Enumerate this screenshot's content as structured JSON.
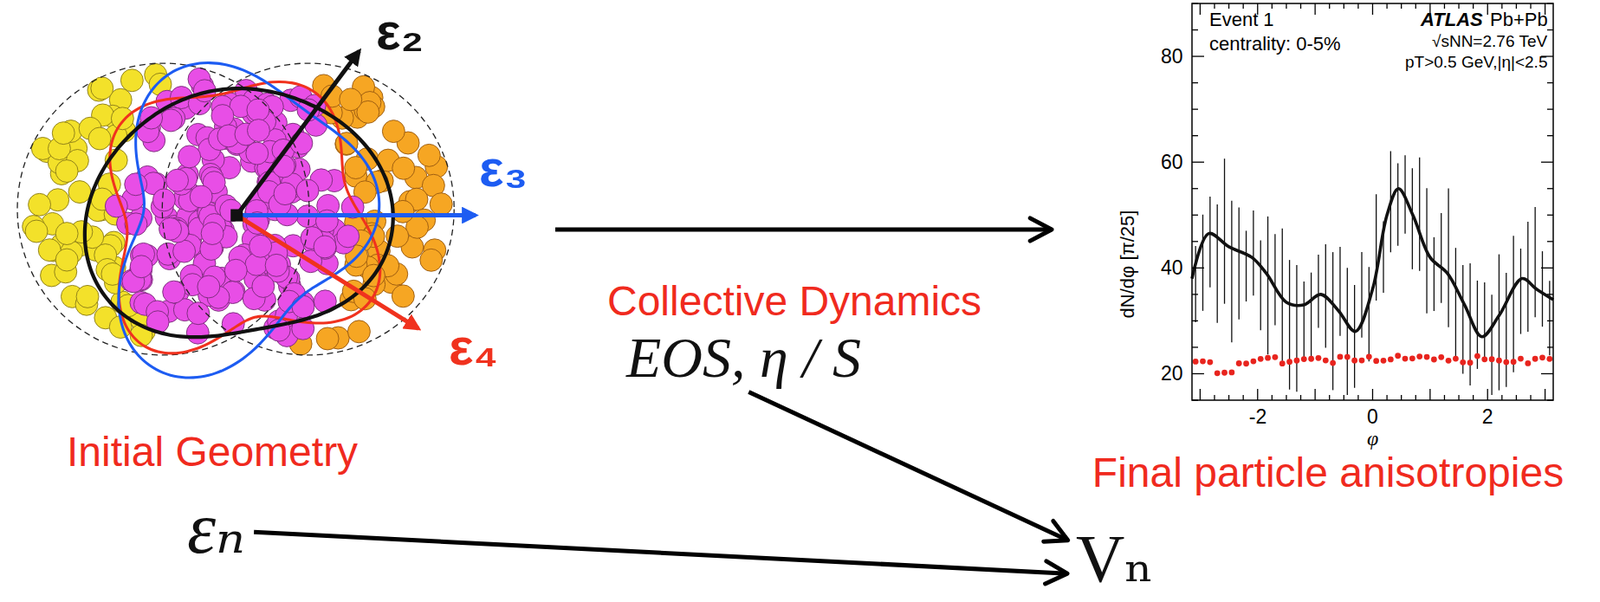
{
  "diagram": {
    "nodes": [
      {
        "text": [
          "ε₂",
          "ε₃",
          "ε₄",
          "Initial Geometry"
        ]
      },
      {
        "text": [
          "εₙ"
        ]
      },
      {
        "text": [
          "Collective Dynamics",
          "EOS, η / S"
        ]
      },
      {
        "text": [
          "Final particle anisotropies"
        ]
      },
      {
        "text": [
          "Vₙ"
        ]
      }
    ],
    "edges": [
      {
        "from": 0,
        "to": 3,
        "arrow": "to"
      },
      {
        "from": 2,
        "to": 4,
        "arrow": "to"
      },
      {
        "from": 1,
        "to": 4,
        "arrow": "to"
      }
    ],
    "labels": [
      "Event 1",
      "centrality: 0-5%",
      "ATLAS",
      "Pb+Pb",
      "√sNN=2.76 TeV",
      "pT>0.5 GeV,|η|<2.5",
      "dN/dφ [π/25]",
      "80",
      "60",
      "40",
      "20",
      "-2",
      "0",
      "2",
      "φ"
    ]
  }
}
